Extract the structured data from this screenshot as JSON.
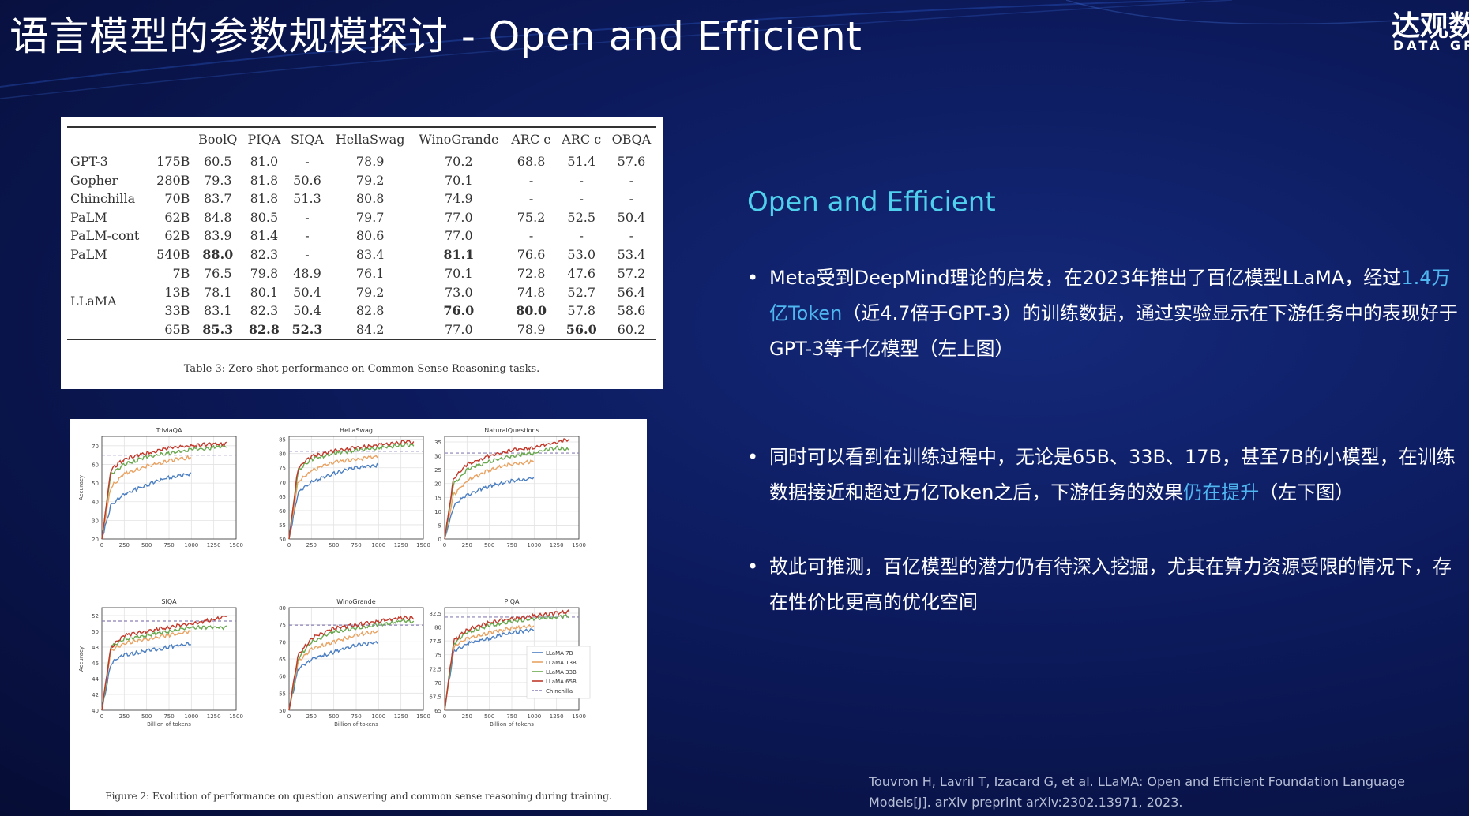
{
  "slide": {
    "title": "语言模型的参数规模探讨 - Open and Efficient",
    "logo": {
      "cn": "达观数据",
      "en": "DATA GRAND"
    }
  },
  "table": {
    "header": [
      "",
      "",
      "BoolQ",
      "PIQA",
      "SIQA",
      "HellaSwag",
      "WinoGrande",
      "ARC e",
      "ARC c",
      "OBQA"
    ],
    "rows": [
      [
        "GPT-3",
        "175B",
        "60.5",
        "81.0",
        "-",
        "78.9",
        "70.2",
        "68.8",
        "51.4",
        "57.6"
      ],
      [
        "Gopher",
        "280B",
        "79.3",
        "81.8",
        "50.6",
        "79.2",
        "70.1",
        "-",
        "-",
        "-"
      ],
      [
        "Chinchilla",
        "70B",
        "83.7",
        "81.8",
        "51.3",
        "80.8",
        "74.9",
        "-",
        "-",
        "-"
      ],
      [
        "PaLM",
        "62B",
        "84.8",
        "80.5",
        "-",
        "79.7",
        "77.0",
        "75.2",
        "52.5",
        "50.4"
      ],
      [
        "PaLM-cont",
        "62B",
        "83.9",
        "81.4",
        "-",
        "80.6",
        "77.0",
        "-",
        "-",
        "-"
      ],
      [
        "PaLM",
        "540B",
        "88.0",
        "82.3",
        "-",
        "83.4",
        "81.1",
        "76.6",
        "53.0",
        "53.4"
      ]
    ],
    "llama_label": "LLaMA",
    "llama_rows": [
      [
        "7B",
        "76.5",
        "79.8",
        "48.9",
        "76.1",
        "70.1",
        "72.8",
        "47.6",
        "57.2"
      ],
      [
        "13B",
        "78.1",
        "80.1",
        "50.4",
        "79.2",
        "73.0",
        "74.8",
        "52.7",
        "56.4"
      ],
      [
        "33B",
        "83.1",
        "82.3",
        "50.4",
        "82.8",
        "76.0",
        "80.0",
        "57.8",
        "58.6"
      ],
      [
        "65B",
        "85.3",
        "82.8",
        "52.3",
        "84.2",
        "77.0",
        "78.9",
        "56.0",
        "60.2"
      ]
    ],
    "caption": "Table 3: Zero-shot performance on Common Sense Reasoning tasks."
  },
  "chart_data": [
    {
      "type": "line",
      "title": "TriviaQA",
      "xlabel": "",
      "ylabel": "Accuracy",
      "xlim": [
        0,
        1500
      ],
      "ylim": [
        20,
        75
      ],
      "yticks": [
        20,
        30,
        40,
        50,
        60,
        70
      ],
      "xticks": [
        0,
        250,
        500,
        750,
        1000,
        1250,
        1500
      ],
      "reference_line": 65,
      "series": [
        {
          "name": "LLaMA 7B",
          "x": [
            0,
            100,
            250,
            500,
            750,
            1000
          ],
          "values": [
            20,
            38,
            44,
            49,
            53,
            55
          ]
        },
        {
          "name": "LLaMA 13B",
          "x": [
            0,
            100,
            250,
            500,
            750,
            1000
          ],
          "values": [
            20,
            48,
            55,
            59,
            62,
            64
          ]
        },
        {
          "name": "LLaMA 33B",
          "x": [
            0,
            100,
            250,
            500,
            750,
            1000,
            1250,
            1400
          ],
          "values": [
            20,
            55,
            60,
            64,
            66,
            68,
            69,
            70
          ]
        },
        {
          "name": "LLaMA 65B",
          "x": [
            0,
            100,
            250,
            500,
            750,
            1000,
            1250,
            1400
          ],
          "values": [
            20,
            57,
            63,
            66,
            69,
            70,
            71,
            71
          ]
        }
      ]
    },
    {
      "type": "line",
      "title": "HellaSwag",
      "xlabel": "",
      "ylabel": "",
      "xlim": [
        0,
        1500
      ],
      "ylim": [
        50,
        86
      ],
      "yticks": [
        50,
        55,
        60,
        65,
        70,
        75,
        80,
        85
      ],
      "xticks": [
        0,
        250,
        500,
        750,
        1000,
        1250,
        1500
      ],
      "reference_line": 80.8,
      "series": [
        {
          "name": "LLaMA 7B",
          "x": [
            0,
            100,
            250,
            500,
            750,
            1000
          ],
          "values": [
            50,
            66,
            70,
            73,
            75,
            76
          ]
        },
        {
          "name": "LLaMA 13B",
          "x": [
            0,
            100,
            250,
            500,
            750,
            1000
          ],
          "values": [
            50,
            70,
            74,
            77,
            78,
            79
          ]
        },
        {
          "name": "LLaMA 33B",
          "x": [
            0,
            100,
            250,
            500,
            750,
            1000,
            1250,
            1400
          ],
          "values": [
            50,
            74,
            78,
            80,
            81,
            82,
            83,
            83
          ]
        },
        {
          "name": "LLaMA 65B",
          "x": [
            0,
            100,
            250,
            500,
            750,
            1000,
            1250,
            1400
          ],
          "values": [
            50,
            75,
            79,
            81,
            82,
            83,
            84,
            84
          ]
        }
      ]
    },
    {
      "type": "line",
      "title": "NaturalQuestions",
      "xlabel": "",
      "ylabel": "",
      "xlim": [
        0,
        1500
      ],
      "ylim": [
        0,
        37
      ],
      "yticks": [
        0,
        5,
        10,
        15,
        20,
        25,
        30,
        35
      ],
      "xticks": [
        0,
        250,
        500,
        750,
        1000,
        1250,
        1500
      ],
      "reference_line": 31,
      "series": [
        {
          "name": "LLaMA 7B",
          "x": [
            0,
            100,
            250,
            500,
            750,
            1000
          ],
          "values": [
            0,
            12,
            16,
            19,
            21,
            22
          ]
        },
        {
          "name": "LLaMA 13B",
          "x": [
            0,
            100,
            250,
            500,
            750,
            1000
          ],
          "values": [
            0,
            16,
            21,
            25,
            27,
            28
          ]
        },
        {
          "name": "LLaMA 33B",
          "x": [
            0,
            100,
            250,
            500,
            750,
            1000,
            1250,
            1400
          ],
          "values": [
            0,
            20,
            25,
            28,
            30,
            31,
            33,
            32
          ]
        },
        {
          "name": "LLaMA 65B",
          "x": [
            0,
            100,
            250,
            500,
            750,
            1000,
            1250,
            1400
          ],
          "values": [
            0,
            22,
            27,
            30,
            32,
            33,
            35,
            36
          ]
        }
      ]
    },
    {
      "type": "line",
      "title": "SIQA",
      "xlabel": "Billion of tokens",
      "ylabel": "Accuracy",
      "xlim": [
        0,
        1500
      ],
      "ylim": [
        40,
        53
      ],
      "yticks": [
        40,
        42,
        44,
        46,
        48,
        50,
        52
      ],
      "xticks": [
        0,
        250,
        500,
        750,
        1000,
        1250,
        1500
      ],
      "reference_line": 51.3,
      "series": [
        {
          "name": "LLaMA 7B",
          "x": [
            0,
            100,
            250,
            500,
            750,
            1000
          ],
          "values": [
            40,
            46,
            47,
            47.5,
            48,
            48.5
          ]
        },
        {
          "name": "LLaMA 13B",
          "x": [
            0,
            100,
            250,
            500,
            750,
            1000
          ],
          "values": [
            40,
            47.5,
            48.5,
            49,
            49.5,
            50
          ]
        },
        {
          "name": "LLaMA 33B",
          "x": [
            0,
            100,
            250,
            500,
            750,
            1000,
            1250,
            1400
          ],
          "values": [
            40,
            48,
            49,
            49.5,
            50,
            50.5,
            50.5,
            50.5
          ]
        },
        {
          "name": "LLaMA 65B",
          "x": [
            0,
            100,
            250,
            500,
            750,
            1000,
            1250,
            1400
          ],
          "values": [
            40,
            48,
            49.5,
            50,
            50.5,
            51,
            51.5,
            52
          ]
        }
      ]
    },
    {
      "type": "line",
      "title": "WinoGrande",
      "xlabel": "Billion of tokens",
      "ylabel": "",
      "xlim": [
        0,
        1500
      ],
      "ylim": [
        50,
        80
      ],
      "yticks": [
        50,
        55,
        60,
        65,
        70,
        75,
        80
      ],
      "xticks": [
        0,
        250,
        500,
        750,
        1000,
        1250,
        1500
      ],
      "reference_line": 74.9,
      "series": [
        {
          "name": "LLaMA 7B",
          "x": [
            0,
            100,
            250,
            500,
            750,
            1000
          ],
          "values": [
            50,
            62,
            65,
            67,
            69,
            70
          ]
        },
        {
          "name": "LLaMA 13B",
          "x": [
            0,
            100,
            250,
            500,
            750,
            1000
          ],
          "values": [
            50,
            64,
            68,
            70,
            72,
            73
          ]
        },
        {
          "name": "LLaMA 33B",
          "x": [
            0,
            100,
            250,
            500,
            750,
            1000,
            1250,
            1400
          ],
          "values": [
            50,
            65,
            70,
            73,
            74,
            75,
            76,
            76
          ]
        },
        {
          "name": "LLaMA 65B",
          "x": [
            0,
            100,
            250,
            500,
            750,
            1000,
            1250,
            1400
          ],
          "values": [
            50,
            66,
            71,
            74,
            75,
            76,
            77,
            77
          ]
        }
      ]
    },
    {
      "type": "line",
      "title": "PIQA",
      "xlabel": "Billion of tokens",
      "ylabel": "",
      "xlim": [
        0,
        1500
      ],
      "ylim": [
        65,
        83.5
      ],
      "yticks": [
        65.0,
        67.5,
        70.0,
        72.5,
        75.0,
        77.5,
        80.0,
        82.5
      ],
      "xticks": [
        0,
        250,
        500,
        750,
        1000,
        1250,
        1500
      ],
      "reference_line": 81.8,
      "series": [
        {
          "name": "LLaMA 7B",
          "x": [
            0,
            100,
            250,
            500,
            750,
            1000
          ],
          "values": [
            65,
            75.5,
            77,
            78,
            79,
            79.5
          ]
        },
        {
          "name": "LLaMA 13B",
          "x": [
            0,
            100,
            250,
            500,
            750,
            1000
          ],
          "values": [
            65,
            76.5,
            78,
            79,
            79.8,
            80.2
          ]
        },
        {
          "name": "LLaMA 33B",
          "x": [
            0,
            100,
            250,
            500,
            750,
            1000,
            1250,
            1400
          ],
          "values": [
            65,
            77,
            79,
            80.3,
            81,
            81.5,
            81.8,
            82
          ]
        },
        {
          "name": "LLaMA 65B",
          "x": [
            0,
            100,
            250,
            500,
            750,
            1000,
            1250,
            1400
          ],
          "values": [
            65,
            77.5,
            79.5,
            80.8,
            81.5,
            82,
            82.5,
            82.8
          ]
        }
      ]
    }
  ],
  "chart_style": {
    "colors": {
      "LLaMA 7B": "#4c7fc1",
      "LLaMA 13B": "#e8a363",
      "LLaMA 33B": "#6aa84f",
      "LLaMA 65B": "#c0392b",
      "Chinchilla": "#8a7fb5"
    },
    "legend_entries": [
      "LLaMA 7B",
      "LLaMA 13B",
      "LLaMA 33B",
      "LLaMA 65B",
      "Chinchilla"
    ]
  },
  "figure_caption": "Figure 2: Evolution of performance on question answering and common sense reasoning during training.",
  "right": {
    "heading": "Open and Efficient",
    "bullets": [
      {
        "t1": "Meta受到DeepMind理论的启发，在2023年推出了百亿模型LLaMA，经过",
        "hl": "1.4万亿Token",
        "t2": "（近4.7倍于GPT-3）的训练数据，通过实验显示在下游任务中的表现好于GPT-3等千亿模型（左上图）"
      },
      {
        "t1": "同时可以看到在训练过程中，无论是65B、33B、17B，甚至7B的小模型，在训练数据接近和超过万亿Token之后，下游任务的效果",
        "hl": "仍在提升",
        "t2": "（左下图）"
      },
      {
        "t1": "故此可推测，百亿模型的潜力仍有待深入挖掘，尤其在算力资源受限的情况下，存在性价比更高的优化空间",
        "hl": "",
        "t2": ""
      }
    ],
    "reference": "Touvron H, Lavril T, Izacard G, et al. LLaMA: Open and Efficient Foundation Language Models[J]. arXiv preprint arXiv:2302.13971, 2023."
  },
  "colors": {
    "heading": "#4fd1ee",
    "highlight": "#4fb6f0",
    "background": "#0c1a5c"
  }
}
